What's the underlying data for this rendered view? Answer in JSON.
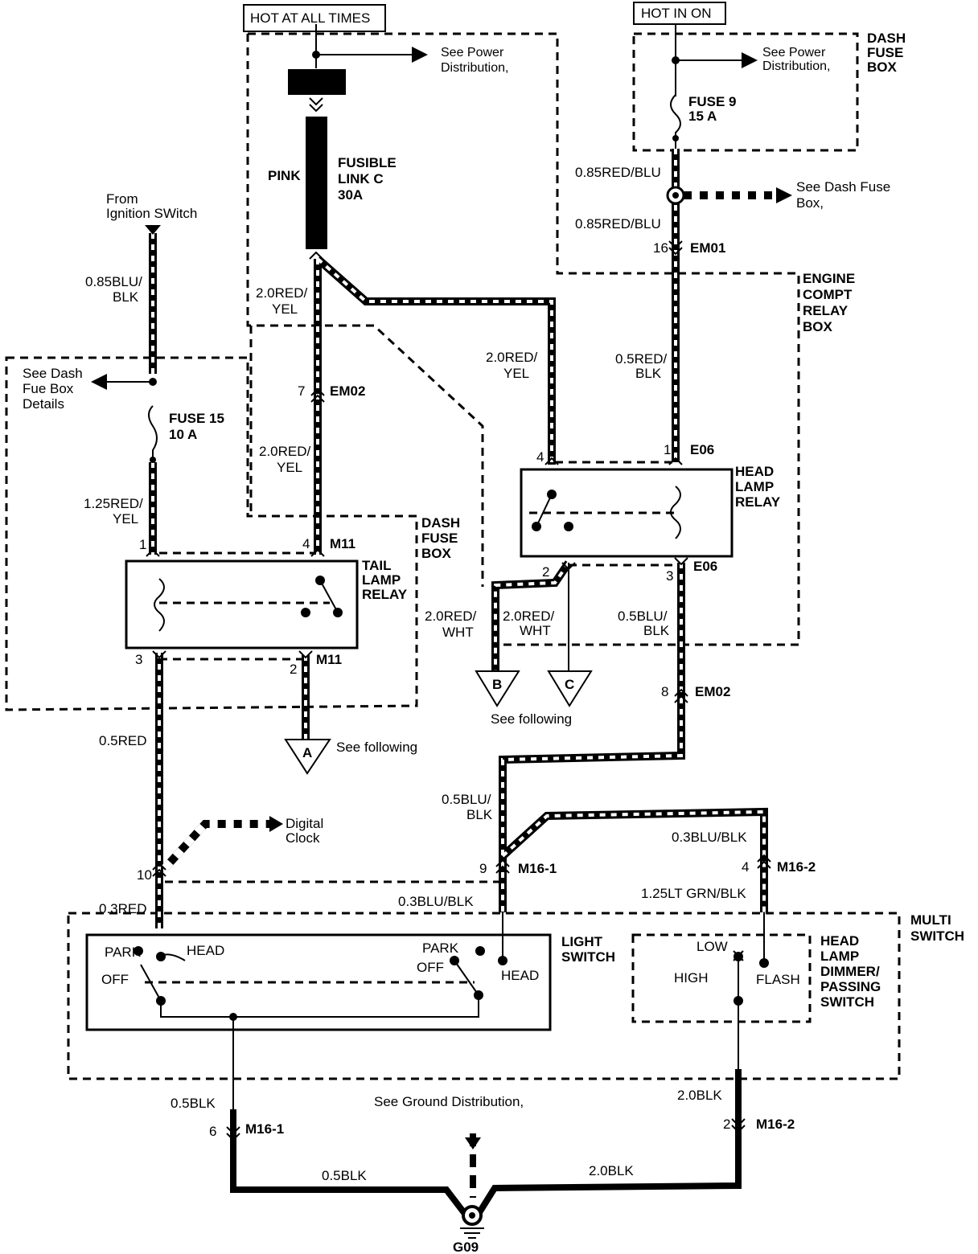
{
  "hot_all_times": "HOT AT ALL TIMES",
  "hot_in_on": "HOT IN ON",
  "see_power_dist": [
    "See Power",
    "Distribution,"
  ],
  "dash_fuse_box_tr": [
    "DASH",
    "FUSE",
    "BOX"
  ],
  "fuse9": [
    "FUSE 9",
    "15 A"
  ],
  "wire_085red_blu": "0.85RED/BLU",
  "see_dash_fuse_box": [
    "See Dash Fuse",
    "Box,"
  ],
  "em01": {
    "pin": "16",
    "name": "EM01"
  },
  "engine_relay_box": [
    "ENGINE",
    "COMPT",
    "RELAY",
    "BOX"
  ],
  "pink": "PINK",
  "fusible_link": [
    "FUSIBLE",
    "LINK C",
    "30A"
  ],
  "wire_20red_yel": [
    "2.0RED/",
    "YEL"
  ],
  "from_ignition": [
    "From",
    "Ignition SWitch"
  ],
  "wire_085blu_blk": [
    "0.85BLU/",
    "BLK"
  ],
  "see_dash_fue_box_details": [
    "See Dash",
    "Fue Box",
    "Details"
  ],
  "fuse15": [
    "FUSE 15",
    "10 A"
  ],
  "wire_125red_yel": [
    "1.25RED/",
    "YEL"
  ],
  "em02_top": {
    "pin": "7",
    "name": "EM02"
  },
  "wire_05red_blk": [
    "0.5RED/",
    "BLK"
  ],
  "e06": "E06",
  "head_lamp_relay": [
    "HEAD",
    "LAMP",
    "RELAY"
  ],
  "dash_fuse_box_mid": [
    "DASH",
    "FUSE",
    "BOX"
  ],
  "m11": "M11",
  "tail_lamp_relay": [
    "TAIL",
    "LAMP",
    "RELAY"
  ],
  "wire_20red_wht": [
    "2.0RED/",
    "WHT"
  ],
  "wire_05blu_blk": [
    "0.5BLU/",
    "BLK"
  ],
  "em02_mid": {
    "pin": "8",
    "name": "EM02"
  },
  "connector_a": "A",
  "connector_b": "B",
  "connector_c": "C",
  "see_following": "See following",
  "wire_05red": "0.5RED",
  "digital_clock": [
    "Digital",
    "Clock"
  ],
  "m16_1": "M16-1",
  "m16_2": "M16-2",
  "wire_03blu_blk": "0.3BLU/BLK",
  "wire_125lt_grn_blk": "1.25LT GRN/BLK",
  "wire_03red": "0.3RED",
  "multi_switch": [
    "MULTI",
    "SWITCH"
  ],
  "light_switch": [
    "LIGHT",
    "SWITCH"
  ],
  "sw_park": "PARK",
  "sw_head": "HEAD",
  "sw_off": "OFF",
  "dimmer_switch": [
    "HEAD",
    "LAMP",
    "DIMMER/",
    "PASSING",
    "SWITCH"
  ],
  "sw_low": "LOW",
  "sw_high": "HIGH",
  "sw_flash": "FLASH",
  "wire_05blk": "0.5BLK",
  "wire_20blk": "2.0BLK",
  "see_ground_dist": "See Ground Distribution,",
  "g09": "G09",
  "pins": {
    "p1": "1",
    "p2": "2",
    "p3": "3",
    "p4": "4",
    "p6": "6",
    "p9": "9",
    "p10": "10"
  }
}
